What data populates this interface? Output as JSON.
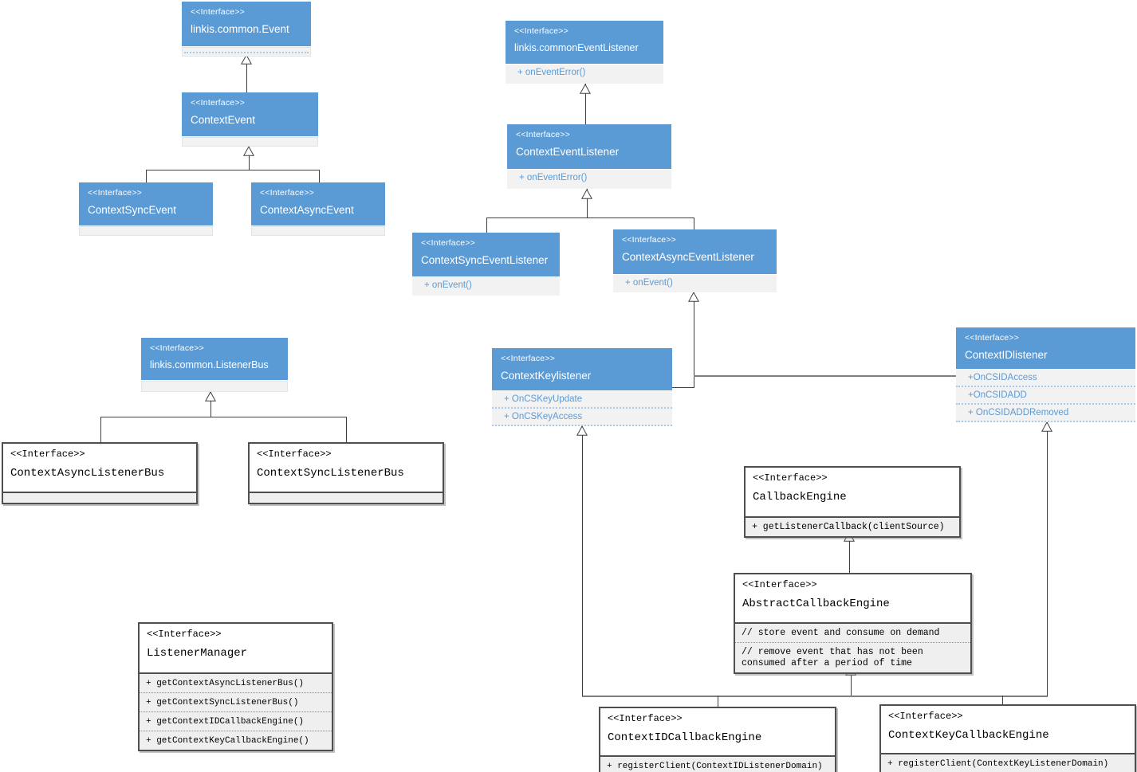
{
  "diagram": {
    "stereotype": "<<Interface>>",
    "boxes": {
      "event": {
        "name": "linkis.common.Event"
      },
      "context_event": {
        "name": "ContextEvent"
      },
      "context_sync_event": {
        "name": "ContextSyncEvent"
      },
      "context_async_event": {
        "name": "ContextAsyncEvent"
      },
      "common_event_listener": {
        "name": "linkis.commonEventListener",
        "methods": [
          "+ onEventError()"
        ]
      },
      "context_event_listener": {
        "name": "ContextEventListener",
        "methods": [
          "+ onEventError()"
        ]
      },
      "context_sync_event_listener": {
        "name": "ContextSyncEventListener",
        "methods": [
          "+ onEvent()"
        ]
      },
      "context_async_event_listener": {
        "name": "ContextAsyncEventListener",
        "methods": [
          "+ onEvent()"
        ]
      },
      "listener_bus": {
        "name": "linkis.common.ListenerBus"
      },
      "context_async_listener_bus": {
        "name": "ContextAsyncListenerBus"
      },
      "context_sync_listener_bus": {
        "name": "ContextSyncListenerBus"
      },
      "context_key_listener": {
        "name": "ContextKeylistener",
        "methods": [
          "+ OnCSKeyUpdate",
          "+ OnCSKeyAccess"
        ]
      },
      "context_id_listener": {
        "name": "ContextIDlistener",
        "methods": [
          "+OnCSIDAccess",
          "+OnCSIDADD",
          "+ OnCSIDADDRemoved"
        ]
      },
      "listener_manager": {
        "name": "ListenerManager",
        "methods": [
          "+ getContextAsyncListenerBus()",
          "+ getContextSyncListenerBus()",
          "+ getContextIDCallbackEngine()",
          "+ getContextKeyCallbackEngine()"
        ]
      },
      "callback_engine": {
        "name": "CallbackEngine",
        "methods": [
          "+ getListenerCallback(clientSource)"
        ]
      },
      "abstract_callback_engine": {
        "name": "AbstractCallbackEngine",
        "comments": [
          "// store event and consume on demand",
          "// remove event that has not been consumed after a period of time"
        ]
      },
      "context_id_callback_engine": {
        "name": "ContextIDCallbackEngine",
        "methods": [
          "+ registerClient(ContextIDListenerDomain)"
        ]
      },
      "context_key_callback_engine": {
        "name": "ContextKeyCallbackEngine",
        "methods": [
          "+ registerClient(ContextKeyListenerDomain)"
        ]
      }
    },
    "colors": {
      "header_blue": "#5b9bd5",
      "method_text_blue": "#5b9bd5",
      "strip_gray": "#f2f2f2",
      "dotted_blue": "#a9c9e8",
      "white_box_border": "#4f4f4f",
      "connector": "#3f3f3f"
    }
  }
}
